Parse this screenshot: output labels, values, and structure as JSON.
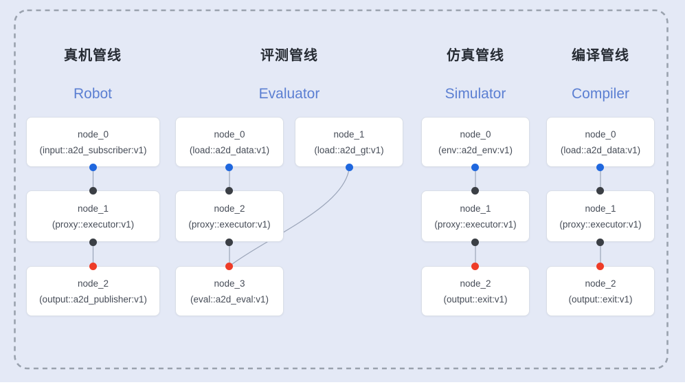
{
  "colors": {
    "bg": "#e4e9f6",
    "dash": "#9aa2ae",
    "card-bg": "#ffffff",
    "card-border": "#d9dee7",
    "title": "#262b33",
    "subtitle": "#5b7fd2",
    "node-text": "#464c57",
    "wire": "#9aa4b8",
    "port-source": "#1f67de",
    "port-mid": "#3b3f45",
    "port-sink": "#ee3c28"
  },
  "pipelines": [
    {
      "title_zh": "真机管线",
      "title_en": "Robot",
      "nodes": [
        {
          "name": "node_0",
          "detail": "(input::a2d_subscriber:v1)"
        },
        {
          "name": "node_1",
          "detail": "(proxy::executor:v1)"
        },
        {
          "name": "node_2",
          "detail": "(output::a2d_publisher:v1)"
        }
      ]
    },
    {
      "title_zh": "评测管线",
      "title_en": "Evaluator",
      "nodes": [
        {
          "name": "node_0",
          "detail": "(load::a2d_data:v1)"
        },
        {
          "name": "node_1",
          "detail": "(load::a2d_gt:v1)"
        },
        {
          "name": "node_2",
          "detail": "(proxy::executor:v1)"
        },
        {
          "name": "node_3",
          "detail": "(eval::a2d_eval:v1)"
        }
      ]
    },
    {
      "title_zh": "仿真管线",
      "title_en": "Simulator",
      "nodes": [
        {
          "name": "node_0",
          "detail": "(env::a2d_env:v1)"
        },
        {
          "name": "node_1",
          "detail": "(proxy::executor:v1)"
        },
        {
          "name": "node_2",
          "detail": "(output::exit:v1)"
        }
      ]
    },
    {
      "title_zh": "编译管线",
      "title_en": "Compiler",
      "nodes": [
        {
          "name": "node_0",
          "detail": "(load::a2d_data:v1)"
        },
        {
          "name": "node_1",
          "detail": "(proxy::executor:v1)"
        },
        {
          "name": "node_2",
          "detail": "(output::exit:v1)"
        }
      ]
    }
  ]
}
